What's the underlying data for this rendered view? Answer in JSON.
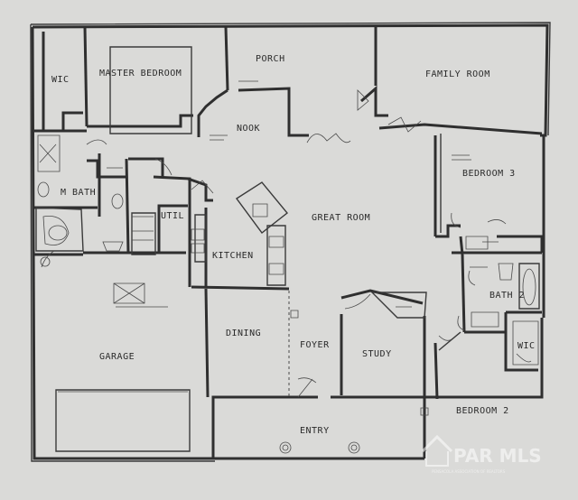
{
  "rooms": {
    "wic_left": "WIC",
    "master_bedroom": "MASTER BEDROOM",
    "porch": "PORCH",
    "family_room": "FAMILY ROOM",
    "nook": "NOOK",
    "bedroom_3": "BEDROOM 3",
    "m_bath": "M BATH",
    "util": "UTIL",
    "great_room": "GREAT ROOM",
    "kitchen": "KITCHEN",
    "bath_2": "BATH 2",
    "wic_right": "WIC",
    "dining": "DINING",
    "foyer": "FOYER",
    "study": "STUDY",
    "garage": "GARAGE",
    "bedroom_2": "BEDROOM 2",
    "entry": "ENTRY"
  },
  "watermark": {
    "logo_text": "PAR MLS",
    "tagline": "PENSACOLA ASSOCIATION OF REALTORS"
  }
}
